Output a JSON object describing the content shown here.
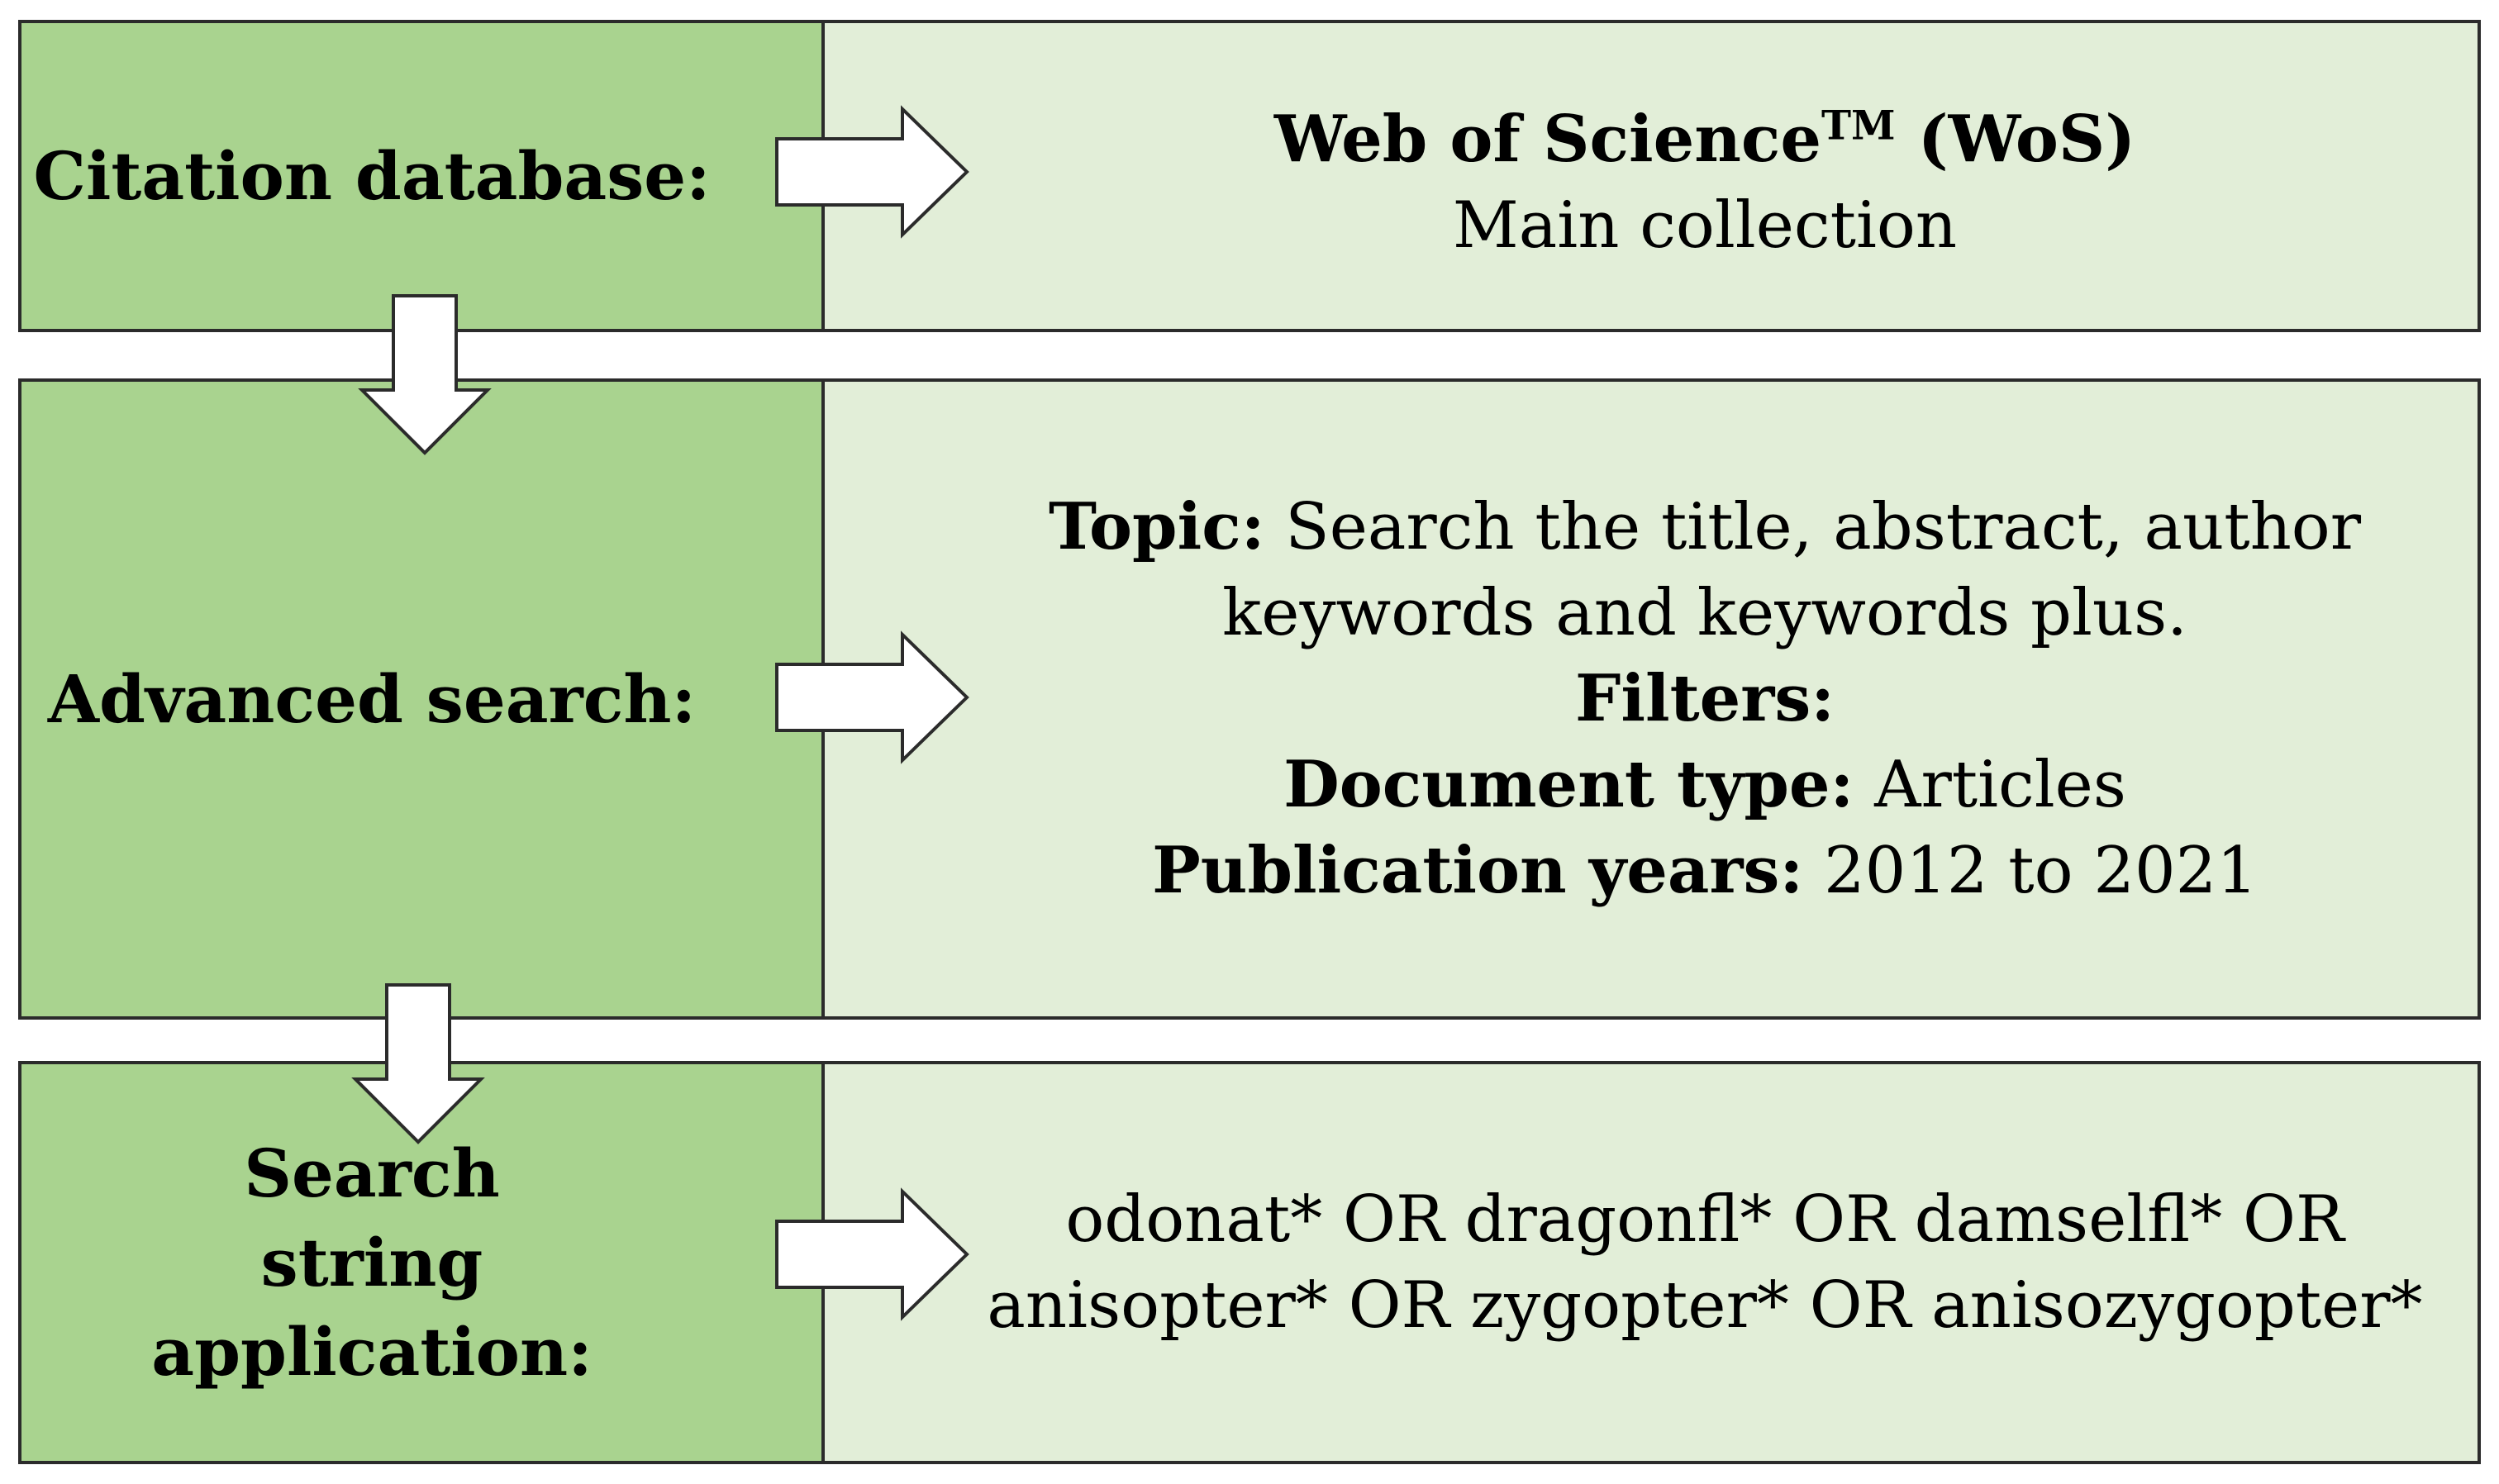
{
  "rows": [
    {
      "label": "Citation database:",
      "content": {
        "title_main": "Web of Science",
        "title_tm": "TM",
        "title_rest": " (WoS)",
        "subtitle": "Main collection"
      }
    },
    {
      "label": "Advanced search:",
      "content": {
        "topic_label": "Topic:",
        "topic_text": " Search the title, abstract, author keywords and keywords plus.",
        "filters_label": "Filters:",
        "doctype_label": "Document type:",
        "doctype_value": " Articles",
        "years_label": "Publication years:",
        "years_value": " 2012 to 2021"
      }
    },
    {
      "label": "Search string application:",
      "content": {
        "line1": "odonat* OR dragonfl* OR damselfl* OR",
        "line2": "anisopter* OR zygopter* OR anisozygopter*"
      }
    }
  ],
  "colors": {
    "left_fill": "#a9d38f",
    "right_fill": "#e2eed8",
    "border": "#2b2b2b",
    "arrow_fill": "#ffffff"
  }
}
